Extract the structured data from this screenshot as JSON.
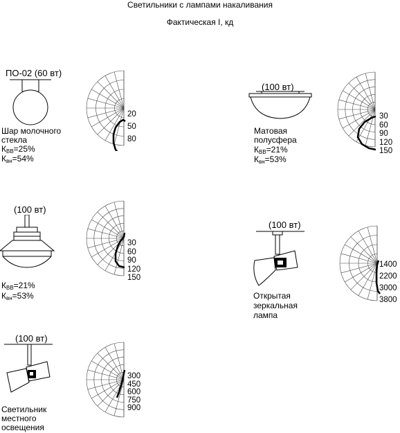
{
  "title": "Светильники с лампами накаливания",
  "subtitle": "Фактическая I, кд",
  "colors": {
    "line": "#000000",
    "grid": "#444444",
    "background": "#ffffff"
  },
  "fixtures": [
    {
      "id": "f1",
      "icon": "milk-glass-ball-fixture",
      "power": "ПО-02 (60 вт)",
      "name_lines": [
        "Шар молочного",
        "стекла"
      ],
      "k_upper_label": "К",
      "k_upper_sub": "ВВ",
      "k_upper_value": "=25%",
      "k_lower_label": "К",
      "k_lower_sub": "вн",
      "k_lower_value": "=54%",
      "scale": [
        "20",
        "50",
        "80"
      ]
    },
    {
      "id": "f2",
      "icon": "matte-hemisphere-fixture",
      "power": "(100 вт)",
      "name_lines": [
        "Матовая",
        "полусфера"
      ],
      "k_upper_label": "К",
      "k_upper_sub": "ВВ",
      "k_upper_value": "=21%",
      "k_lower_label": "К",
      "k_lower_sub": "вн",
      "k_lower_value": "=53%",
      "scale": [
        "30",
        "60",
        "90",
        "120",
        "150"
      ]
    },
    {
      "id": "f3",
      "icon": "pendant-reflector-fixture",
      "power": "(100 вт)",
      "name_lines": [],
      "k_upper_label": "К",
      "k_upper_sub": "ВВ",
      "k_upper_value": "=21%",
      "k_lower_label": "К",
      "k_lower_sub": "вн",
      "k_lower_value": "=53%",
      "scale": [
        "30",
        "60",
        "90",
        "120",
        "150"
      ]
    },
    {
      "id": "f4",
      "icon": "open-mirror-lamp-fixture",
      "power": "(100 вт)",
      "name_lines": [
        "Открытая",
        "зеркальная",
        "лампа"
      ],
      "scale": [
        "1400",
        "2200",
        "3000",
        "3800"
      ]
    },
    {
      "id": "f5",
      "icon": "local-spotlight-fixture",
      "power": "(100 вт)",
      "name_lines": [
        "Светильник",
        "местного",
        "освещения"
      ],
      "scale": [
        "300",
        "450",
        "600",
        "750",
        "900"
      ]
    }
  ]
}
